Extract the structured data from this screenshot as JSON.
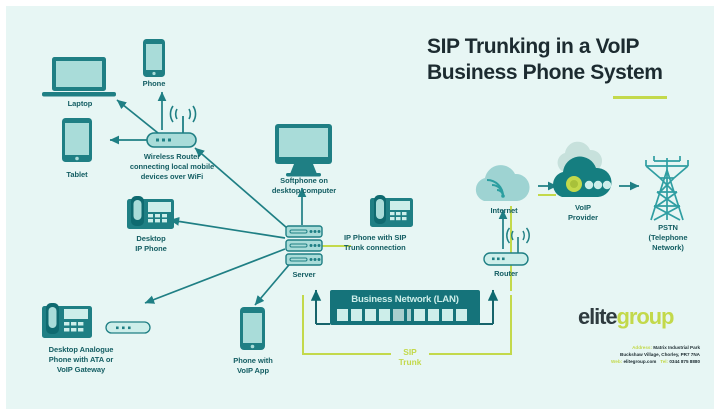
{
  "meta": {
    "title_line1": "SIP Trunking in a VoIP",
    "title_line2": "Business Phone System",
    "background_color": "#e7f6f4",
    "teal": "#1f7f84",
    "dark_teal": "#0f6a70",
    "light_teal": "#9ed9d8",
    "lime": "#c3d94b",
    "label_color": "#145e63"
  },
  "nodes": {
    "laptop": "Laptop",
    "phone": "Phone",
    "tablet": "Tablet",
    "wireless_router": "Wireless Router\nconnecting local mobile\ndevices over WiFi",
    "wireless_router_l1": "Wireless Router",
    "wireless_router_l2": "connecting local mobile",
    "wireless_router_l3": "devices over WiFi",
    "softphone_l1": "Softphone on",
    "softphone_l2": "desktop computer",
    "desktop_ip_phone_l1": "Desktop",
    "desktop_ip_phone_l2": "IP Phone",
    "server": "Server",
    "ip_phone_sip_l1": "IP Phone with SIP",
    "ip_phone_sip_l2": "Trunk connection",
    "analogue_l1": "Desktop Analogue",
    "analogue_l2": "Phone with ATA or",
    "analogue_l3": "VoIP Gateway",
    "voip_app_l1": "Phone with",
    "voip_app_l2": "VoIP App",
    "lan": "Business Network (LAN)",
    "sip_trunk_l1": "SIP",
    "sip_trunk_l2": "Trunk",
    "router": "Router",
    "internet": "Internet",
    "voip_provider_l1": "VoIP",
    "voip_provider_l2": "Provider",
    "pstn_l1": "PSTN",
    "pstn_l2": "(Telephone",
    "pstn_l3": "Network)"
  },
  "branding": {
    "logo_part1": "elite",
    "logo_part2": "group",
    "address_key": "Address:",
    "address_line1": "Matrix Industrial Park",
    "address_line2": "Buckshaw Village, Chorley, PR7 7NA",
    "web_key": "Web:",
    "web_value": "elitegroup.com",
    "tel_key": "Tel:",
    "tel_value": "0344 875 8880"
  }
}
